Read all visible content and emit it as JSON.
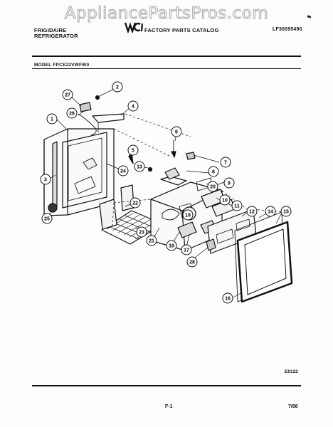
{
  "watermark": "AppliancePartsPros.com",
  "header": {
    "brand_line1": "FRIGIDAIRE",
    "brand_line2": "REFRIGERATOR",
    "catalog_title": "FACTORY PARTS CATALOG",
    "part_number": "LF30095490"
  },
  "model_label": "MODEL FPCE22VWFW0",
  "callouts": [
    "27",
    "2",
    "4",
    "26",
    "1",
    "5",
    "6",
    "7",
    "8",
    "9",
    "10",
    "11",
    "12",
    "13",
    "14",
    "15",
    "16",
    "17",
    "18",
    "19",
    "20",
    "21",
    "22",
    "23",
    "24",
    "25",
    "28",
    "3"
  ],
  "footer": {
    "figure_code": "E0122",
    "page": "F-1",
    "date": "7/88"
  }
}
